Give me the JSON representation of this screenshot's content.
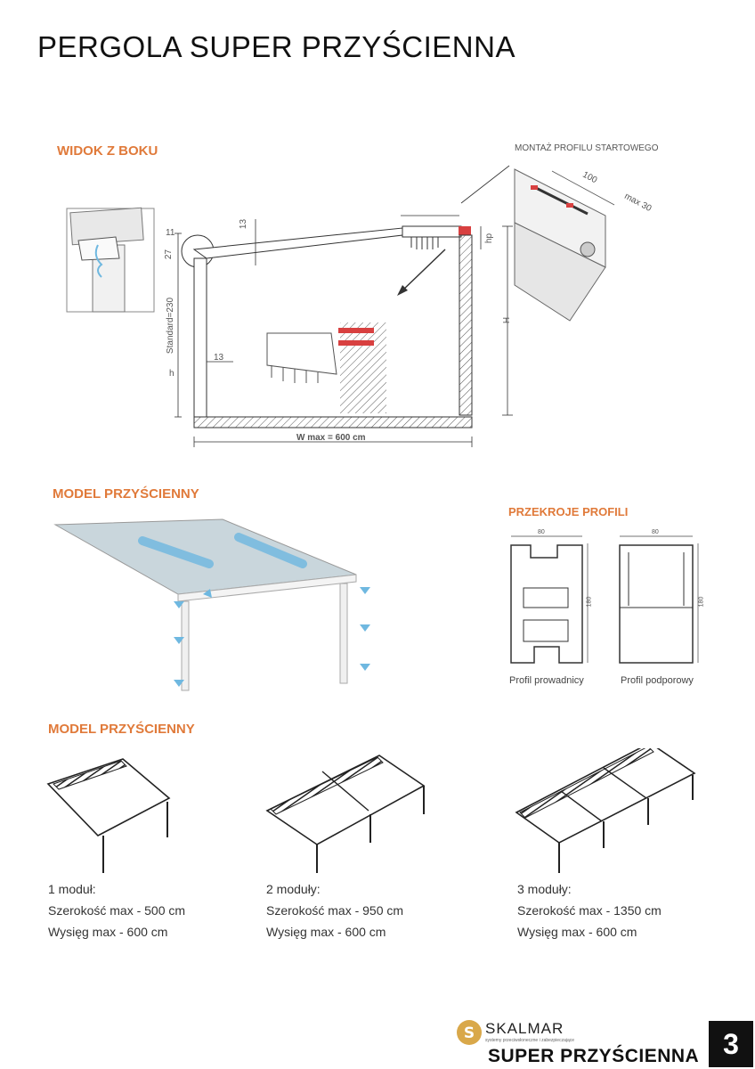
{
  "page": {
    "title": "PERGOLA SUPER PRZYŚCIENNA",
    "page_number": "3"
  },
  "side_view": {
    "heading": "WIDOK Z BOKU",
    "mount_label": "MONTAŻ PROFILU STARTOWEGO",
    "dims": {
      "d13_top": "13",
      "d11": "11",
      "d27": "27",
      "standard": "Standard=230",
      "h": "h",
      "d13_bottom": "13",
      "H": "H",
      "hp": "hp",
      "wmax": "W max = 600 cm",
      "d100": "100",
      "max30": "max 30"
    }
  },
  "model_photo": {
    "heading": "MODEL PRZYŚCIENNY"
  },
  "profiles": {
    "heading": "PRZEKROJE PROFILI",
    "guide": {
      "caption": "Profil prowadnicy",
      "width": "80",
      "height": "180"
    },
    "support": {
      "caption": "Profil podporowy",
      "width": "80",
      "height": "180"
    }
  },
  "modules_section": {
    "heading": "MODEL PRZYŚCIENNY",
    "modules": [
      {
        "title": "1 moduł:",
        "width": "Szerokość max - 500 cm",
        "depth": "Wysięg max - 600 cm"
      },
      {
        "title": "2 moduły:",
        "width": "Szerokość max - 950 cm",
        "depth": "Wysięg max - 600 cm"
      },
      {
        "title": "3 moduły:",
        "width": "Szerokość max - 1350 cm",
        "depth": "Wysięg max - 600 cm"
      }
    ]
  },
  "footer": {
    "brand": "SKALMAR",
    "tagline": "systemy przeciwsłoneczne i zabezpieczające",
    "product": "SUPER PRZYŚCIENNA"
  },
  "colors": {
    "accent": "#e07a3a",
    "glass": "#c9d6dc",
    "arrow": "#6fb8e0",
    "highlight": "#d84040"
  }
}
